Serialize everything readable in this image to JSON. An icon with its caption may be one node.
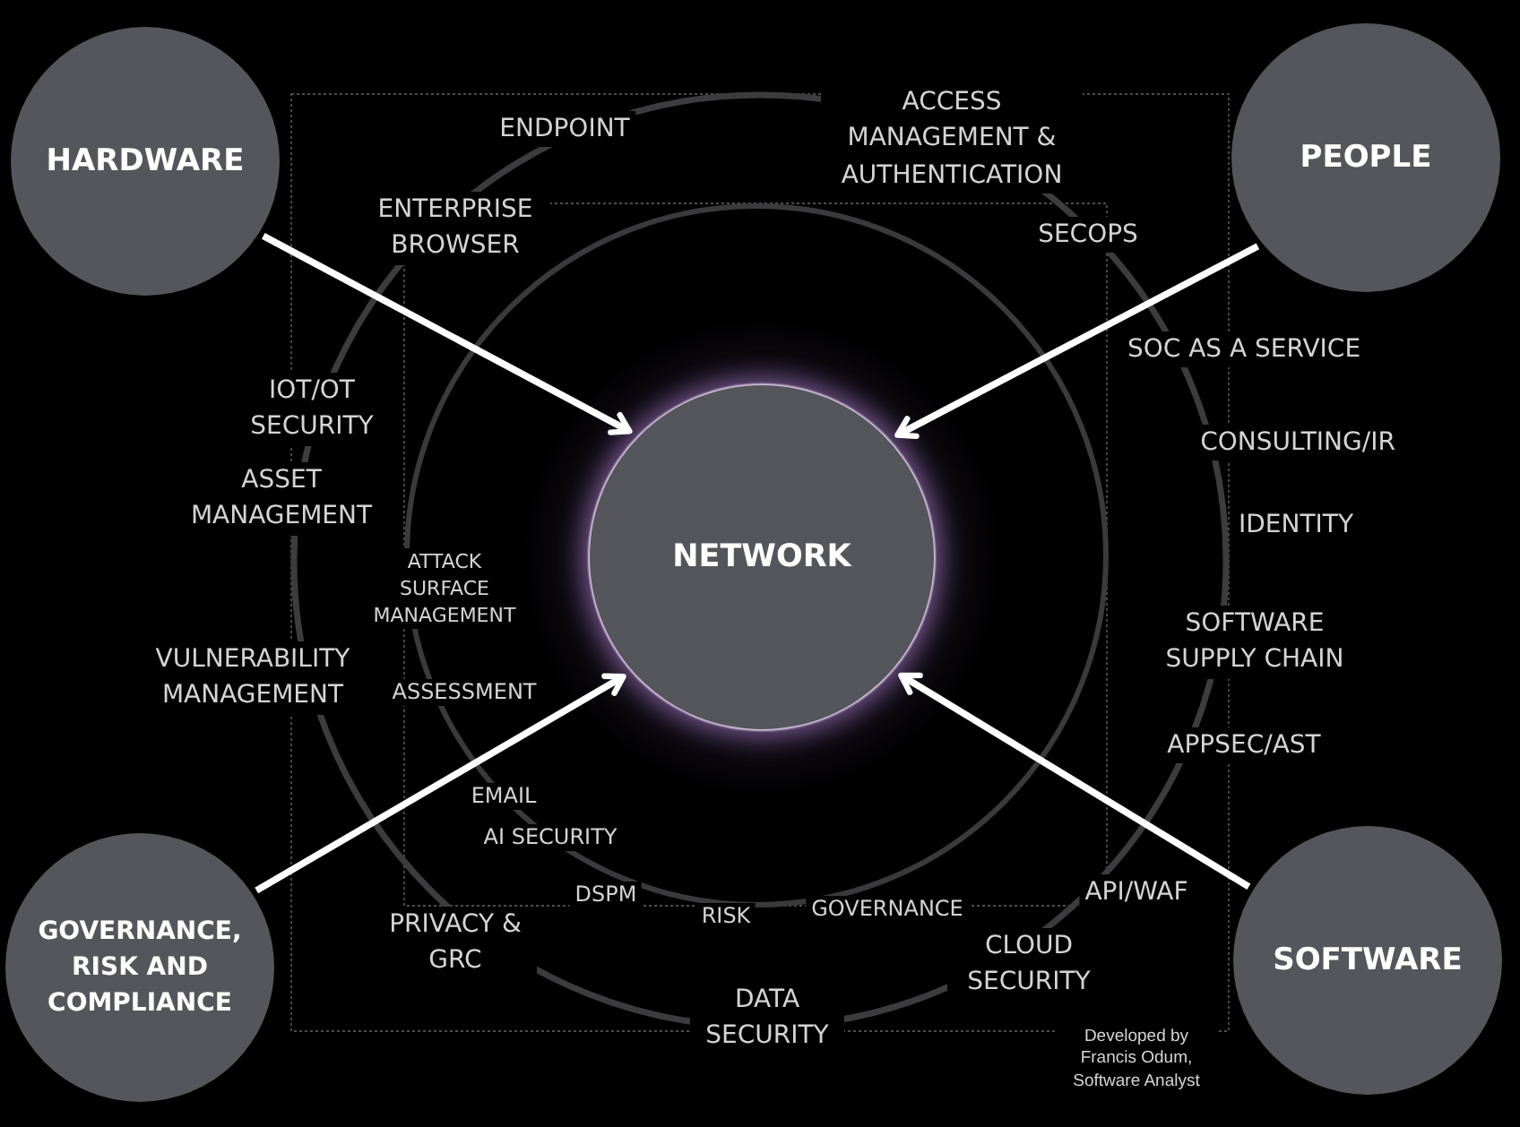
{
  "diagram": {
    "nodes": [
      {
        "text": [
          "HARDWARE"
        ]
      },
      {
        "text": [
          "PEOPLE"
        ]
      },
      {
        "text": [
          "NETWORK"
        ]
      },
      {
        "text": [
          "GOVERNANCE, RISK AND COMPLIANCE"
        ]
      },
      {
        "text": [
          "SOFTWARE"
        ]
      }
    ],
    "edges": [
      {
        "from": 0,
        "to": 2,
        "arrow": "to"
      },
      {
        "from": 1,
        "to": 2,
        "arrow": "to"
      },
      {
        "from": 3,
        "to": 2,
        "arrow": "to"
      },
      {
        "from": 4,
        "to": 2,
        "arrow": "to"
      }
    ],
    "labels": [
      "ACCESS MANAGEMENT & AUTHENTICATION",
      "ENDPOINT",
      "ENTERPRISE BROWSER",
      "SECOPS",
      "SOC AS A SERVICE",
      "IOT/OT SECURITY",
      "CONSULTING/IR",
      "ASSET MANAGEMENT",
      "IDENTITY",
      "ATTACK SURFACE MANAGEMENT",
      "SOFTWARE SUPPLY CHAIN",
      "VULNERABILITY MANAGEMENT",
      "ASSESSMENT",
      "APPSEC/AST",
      "EMAIL",
      "AI SECURITY",
      "API/WAF",
      "DSPM",
      "RISK",
      "GOVERNANCE",
      "PRIVACY & GRC",
      "CLOUD SECURITY",
      "DATA SECURITY",
      "Developed by Francis Odum, Software Analyst"
    ]
  }
}
